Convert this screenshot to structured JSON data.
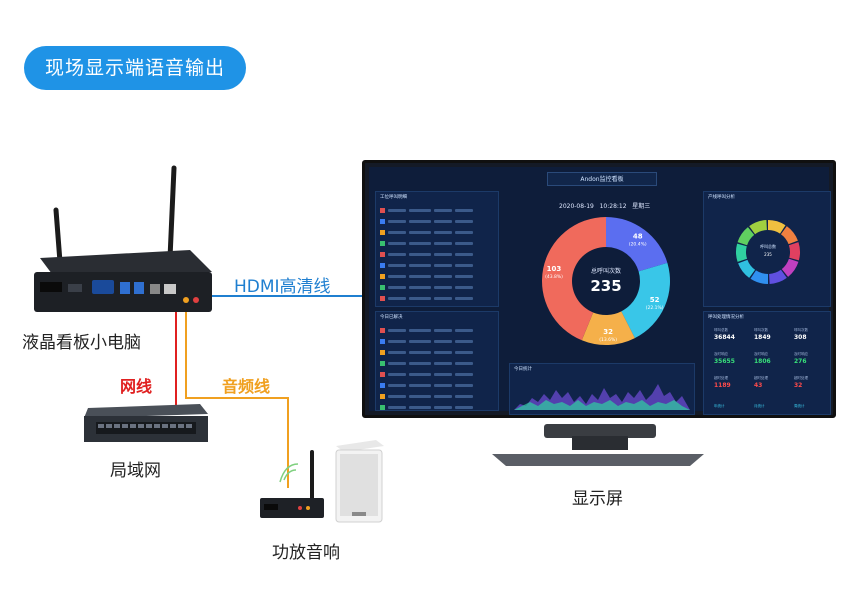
{
  "header": {
    "title": "现场显示端语音输出"
  },
  "labels": {
    "mini_pc": "液晶看板小电脑",
    "hdmi": "HDMI高清线",
    "network_cable": "网线",
    "audio_cable": "音频线",
    "lan": "局域网",
    "amplifier": "功放音响",
    "display": "显示屏"
  },
  "dashboard": {
    "title": "Andon监控看板",
    "date": "2020-08-19",
    "time": "10:28:12",
    "weekday": "星期三",
    "center_label": "总呼叫次数",
    "center_value": "235",
    "slices": [
      {
        "value": "48",
        "pct": "(20.4%)",
        "color": "#5b6ef0"
      },
      {
        "value": "52",
        "pct": "(22.1%)",
        "color": "#39c6e8"
      },
      {
        "value": "32",
        "pct": "(13.6%)",
        "color": "#f5b04a"
      },
      {
        "value": "103",
        "pct": "(43.8%)",
        "color": "#f06a5c"
      }
    ],
    "left_panel_title": "工位呼叫明细",
    "left_panel2_title": "今日已解决",
    "trend_title": "今日统计",
    "ring_title": "产线呼叫分析",
    "ring_center_label": "呼叫总数",
    "ring_center_value": "235",
    "stats_title": "呼叫处理情况分析",
    "stats": [
      {
        "label": "呼叫总数",
        "value": "36844",
        "color": "#ffffff"
      },
      {
        "label": "呼叫次数",
        "value": "1849",
        "color": "#ffffff"
      },
      {
        "label": "呼叫次数",
        "value": "308",
        "color": "#ffffff"
      },
      {
        "label": "及时响应",
        "value": "35655",
        "color": "#38e07a"
      },
      {
        "label": "及时响应",
        "value": "1806",
        "color": "#38e07a"
      },
      {
        "label": "及时响应",
        "value": "276",
        "color": "#38e07a"
      },
      {
        "label": "超时处理",
        "value": "1189",
        "color": "#ff4b4b"
      },
      {
        "label": "超时处理",
        "value": "43",
        "color": "#ff4b4b"
      },
      {
        "label": "超时处理",
        "value": "32",
        "color": "#ff4b4b"
      }
    ],
    "stats_footer": [
      "年统计",
      "月统计",
      "周统计"
    ]
  },
  "colors": {
    "accent": "#1f93e6",
    "hdmi_line": "#1f7fd0",
    "network_line": "#e02020",
    "audio_line": "#f0a020"
  }
}
